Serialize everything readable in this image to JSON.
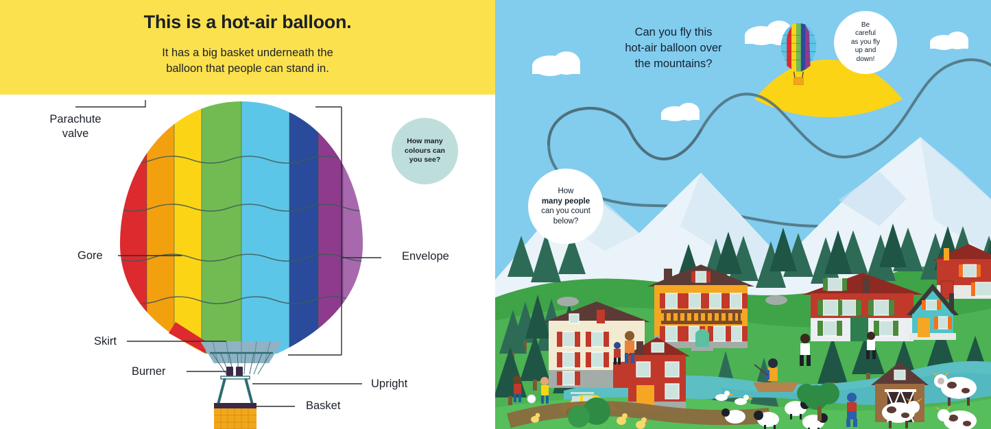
{
  "left": {
    "title": "This is a hot-air balloon.",
    "subtitle_line1": "It has a big basket underneath the",
    "subtitle_line2": "balloon that people can stand in.",
    "background_yellow": "#FCE14E",
    "labels": {
      "parachute_valve_l1": "Parachute",
      "parachute_valve_l2": "valve",
      "gore": "Gore",
      "skirt": "Skirt",
      "burner": "Burner",
      "envelope": "Envelope",
      "upright": "Upright",
      "basket": "Basket"
    },
    "colours_bubble": {
      "line1": "How many",
      "line2": "colours can",
      "line3": "you see?",
      "fill": "#BEDEDB"
    },
    "balloon": {
      "gore_colors": [
        "#DC2A2E",
        "#F3A00E",
        "#FCD416",
        "#72BB52",
        "#5CC6E8",
        "#5CC6E8",
        "#2A4B9B",
        "#8E3B8E",
        "#A868AE"
      ],
      "skirt_color": "#8FB3C4",
      "basket_color": "#F2A71B",
      "upright_color": "#2F6B72",
      "burner_color": "#3B2A46"
    }
  },
  "right": {
    "sky_color": "#82CCEE",
    "heading_line1": "Can you fly this",
    "heading_line2": "hot-air balloon over",
    "heading_line3": "the mountains?",
    "people_bubble": {
      "line1": "How",
      "line2": "many people",
      "line3": "can you count",
      "line4": "below?"
    },
    "careful_bubble": {
      "line1": "Be",
      "line2": "careful",
      "line3": "as you fly",
      "line4": "up and",
      "line5": "down!"
    },
    "scene": {
      "path_color": "#4E6F7A",
      "highlight_blob_color": "#FCD416",
      "mountain_color": "#EAF3F9",
      "grass_color": "#3FA347",
      "lake_color": "#5BBFC4"
    }
  }
}
